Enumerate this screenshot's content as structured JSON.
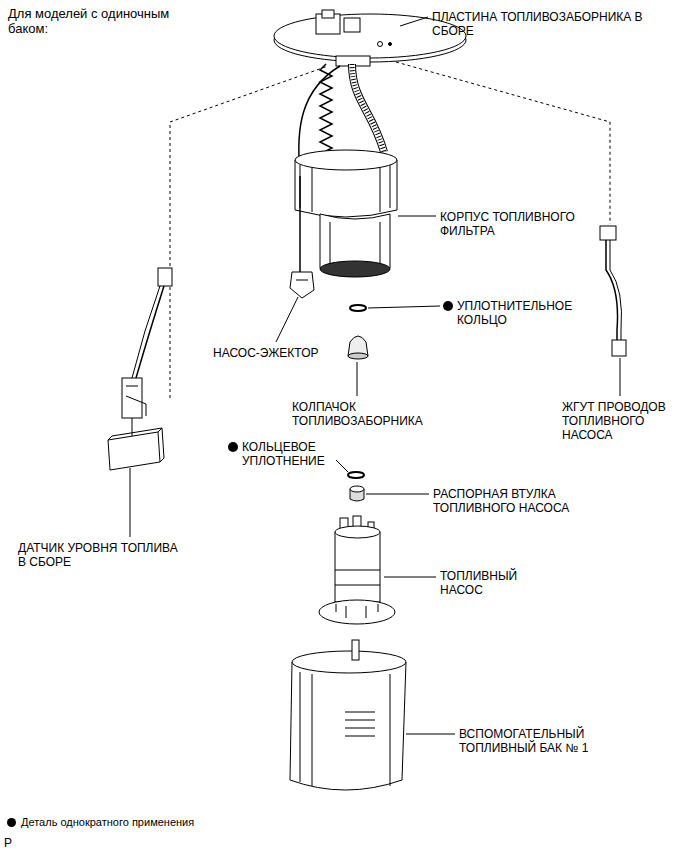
{
  "diagram": {
    "title": "Для моделей с одиночным баком:",
    "labels": [
      "ПЛАСТИНА ТОПЛИВОЗАБОРНИКА В СБОРЕ",
      "КОРПУС ТОПЛИВНОГО ФИЛЬТРА",
      "УПЛОТНИТЕЛЬНОЕ КОЛЬЦО",
      "НАСОС-ЭЖЕКТОР",
      "КОЛПАЧОК ТОПЛИВОЗАБОРНИКА",
      "ЖГУТ ПРОВОДОВ ТОПЛИВНОГО НАСОСА",
      "КОЛЬЦЕВОЕ УПЛОТНЕНИЕ",
      "РАСПОРНАЯ ВТУЛКА ТОПЛИВНОГО НАСОСА",
      "ДАТЧИК УРОВНЯ ТОПЛИВА В СБОРЕ",
      "ТОПЛИВНЫЙ НАСОС",
      "ВСПОМОГАТЕЛЬНЫЙ ТОПЛИВНЫЙ БАК № 1",
      "P"
    ],
    "legend": [
      {
        "text": "Деталь однократного применения"
      }
    ]
  }
}
